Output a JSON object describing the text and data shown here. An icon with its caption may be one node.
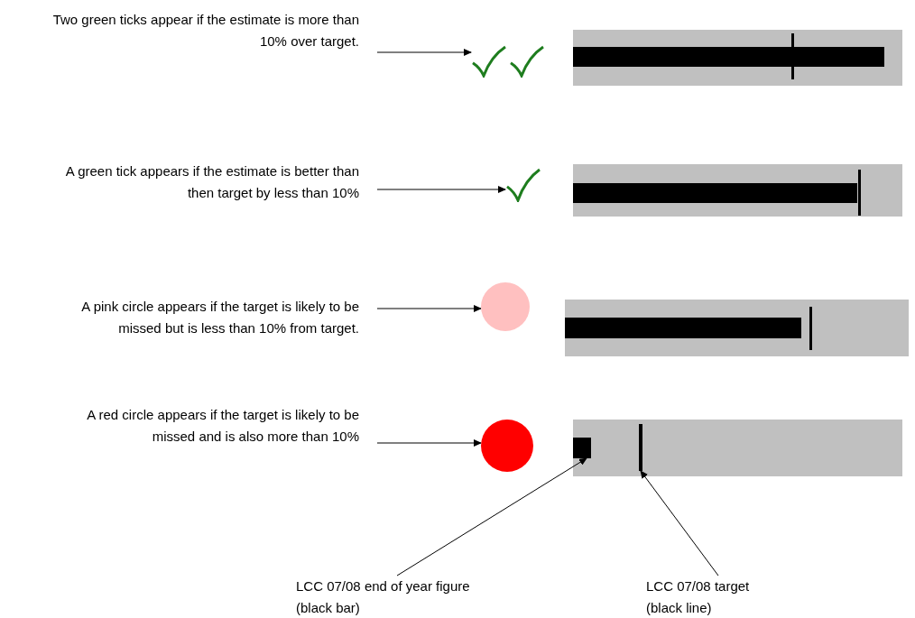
{
  "diagram": {
    "nodes": [
      {
        "text": [
          "Two green ticks appear if the estimate is more than 10% over target."
        ]
      },
      {
        "text": [],
        "shape": "picture"
      },
      {
        "text": [
          "A green tick appears if the estimate is better than then target by less than 10%"
        ]
      },
      {
        "text": [],
        "shape": "picture"
      },
      {
        "text": [
          "A pink circle appears if the target is likely to be missed but is less than 10% from target."
        ]
      },
      {
        "text": [],
        "shape": "circle"
      },
      {
        "text": [
          "A red circle appears if the target is likely to be missed and is also more than 10%"
        ]
      },
      {
        "text": [],
        "shape": "circle"
      },
      {
        "text": [],
        "shape": "bar"
      },
      {
        "text": [],
        "shape": "bar"
      },
      {
        "text": [
          "LCC 07/08 end of year figure",
          "(black bar)"
        ]
      },
      {
        "text": [
          "LCC 07/08 target",
          "(black line)"
        ]
      }
    ],
    "edges": [
      {
        "from": 0,
        "to": 1,
        "arrow": "to"
      },
      {
        "from": 2,
        "to": 3,
        "arrow": "to"
      },
      {
        "from": 4,
        "to": 5,
        "arrow": "to"
      },
      {
        "from": 6,
        "to": 7,
        "arrow": "to"
      },
      {
        "from": 10,
        "to": 8,
        "arrow": "to"
      },
      {
        "from": 11,
        "to": 9,
        "arrow": "to"
      }
    ]
  }
}
